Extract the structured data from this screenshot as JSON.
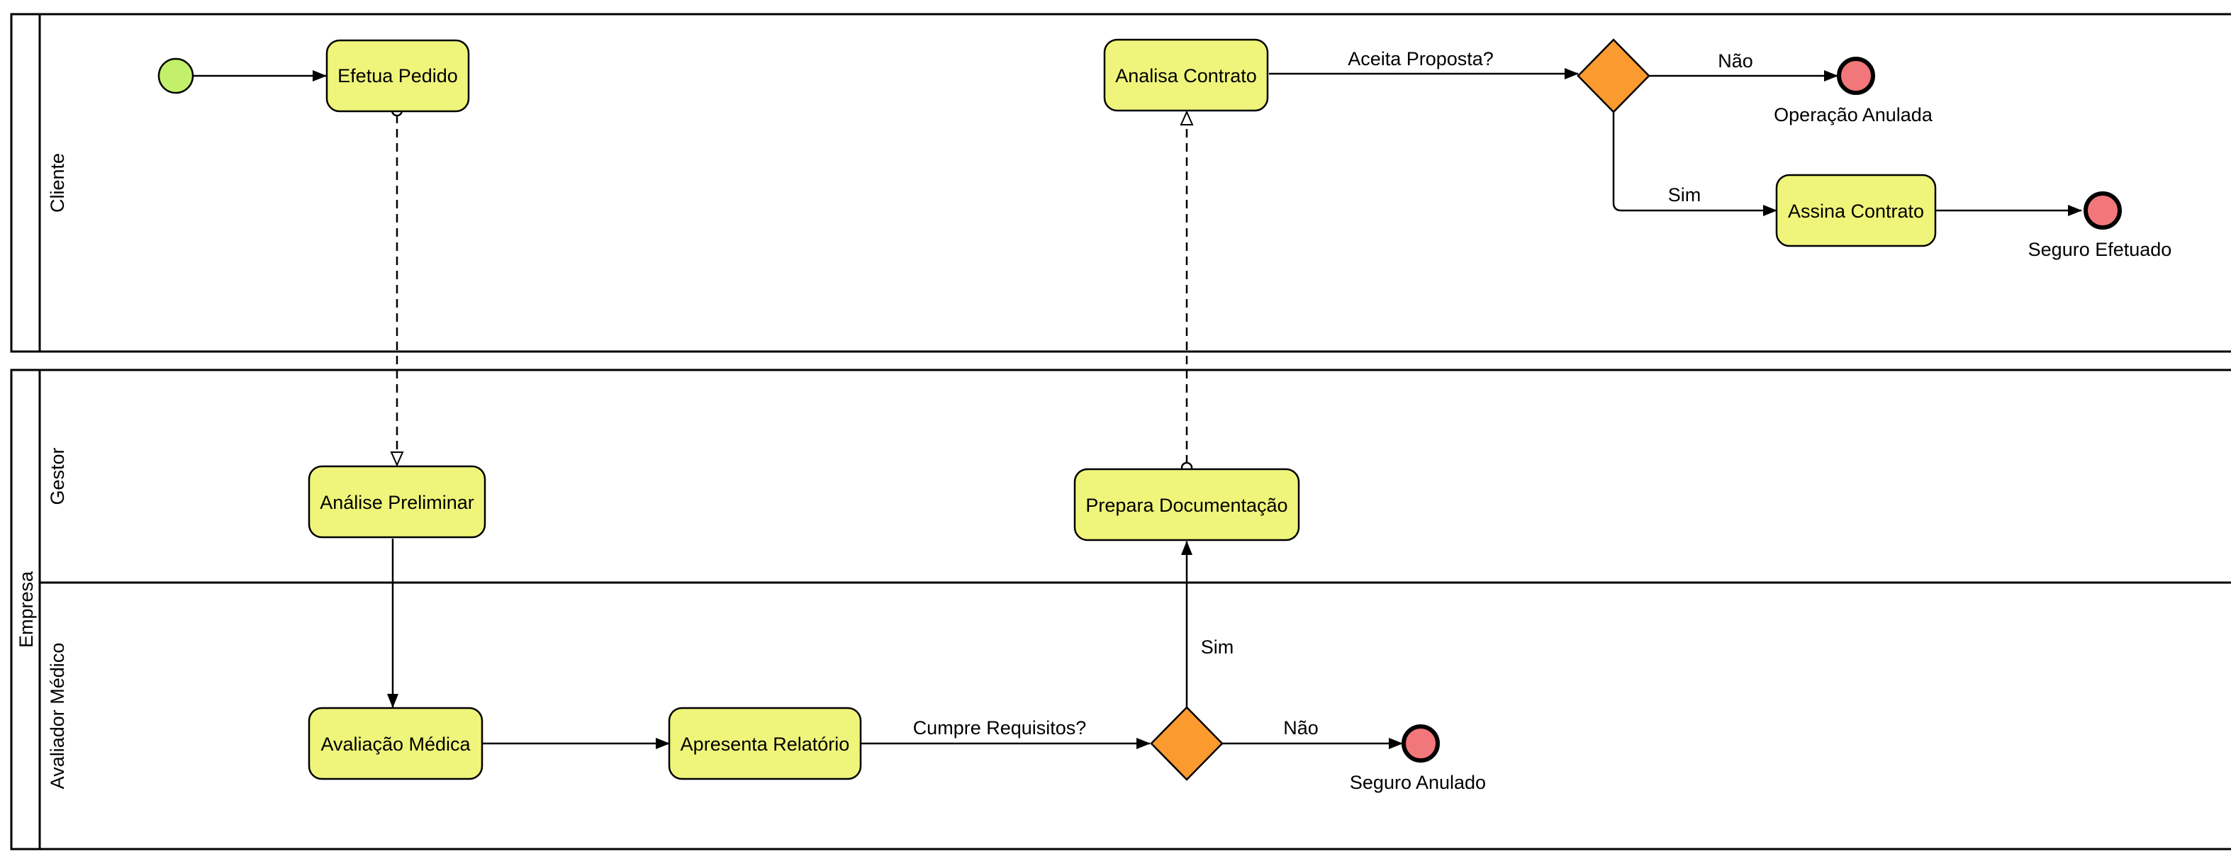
{
  "pools": {
    "cliente": "Cliente",
    "empresa": "Empresa"
  },
  "lanes": {
    "gestor": "Gestor",
    "avaliador": "Avaliador Médico"
  },
  "tasks": {
    "efetua_pedido": "Efetua Pedido",
    "analisa_contrato": "Analisa Contrato",
    "assina_contrato": "Assina Contrato",
    "analise_preliminar": "Análise Preliminar",
    "prepara_documentacao": "Prepara Documentação",
    "avaliacao_medica": "Avaliação Médica",
    "apresenta_relatorio": "Apresenta Relatório"
  },
  "edges": {
    "aceita_proposta": "Aceita Proposta?",
    "nao_top": "Não",
    "sim_top": "Sim",
    "cumpre_requisitos": "Cumpre Requisitos?",
    "nao_bottom": "Não",
    "sim_bottom": "Sim"
  },
  "events": {
    "operacao_anulada": "Operação Anulada",
    "seguro_efetuado": "Seguro Efetuado",
    "seguro_anulado": "Seguro Anulado"
  },
  "colors": {
    "task_fill": "#eff57a",
    "gateway_fill": "#fb9a2f",
    "start_fill": "#c2f06a",
    "end_fill": "#f2777a"
  }
}
